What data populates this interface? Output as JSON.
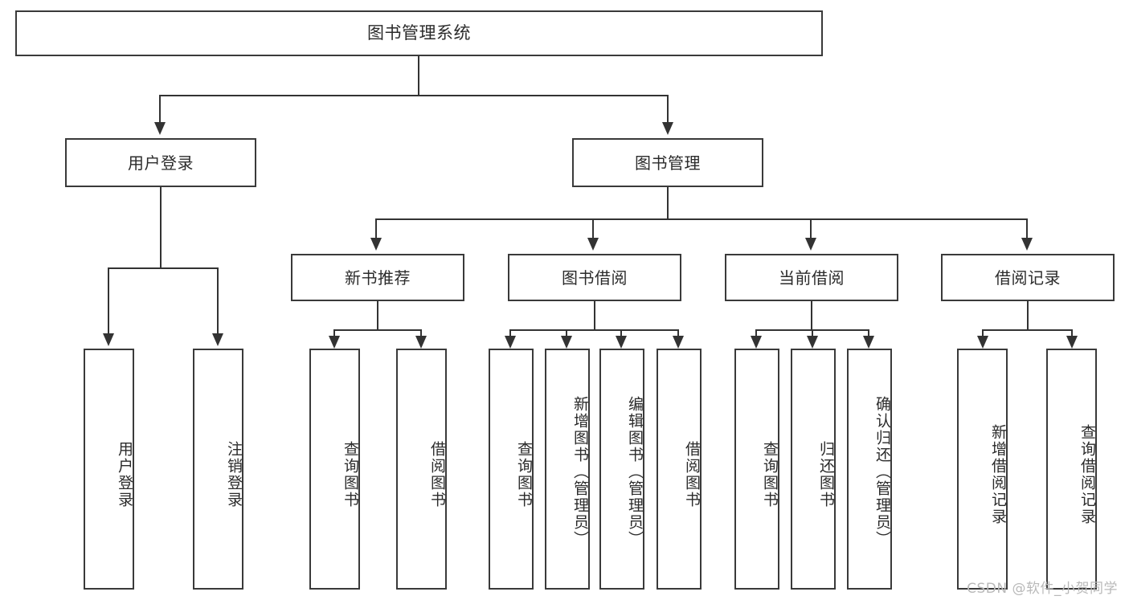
{
  "diagram": {
    "type": "tree",
    "title": "图书管理系统",
    "orientation": "top-down",
    "colors": {
      "box_border": "#3a3a3a",
      "box_fill": "#ffffff",
      "connector": "#333333",
      "text": "#2b2b2b",
      "watermark": "#b9b9b9",
      "background": "#ffffff"
    },
    "root": {
      "label": "图书管理系统"
    },
    "level2": [
      {
        "label": "用户登录"
      },
      {
        "label": "图书管理"
      }
    ],
    "level3": [
      {
        "label": "新书推荐"
      },
      {
        "label": "图书借阅"
      },
      {
        "label": "当前借阅"
      },
      {
        "label": "借阅记录"
      }
    ],
    "leaves": {
      "user_login": [
        {
          "label": "用户登录"
        },
        {
          "label": "注销登录"
        }
      ],
      "new_book_recommend": [
        {
          "label": "查询图书"
        },
        {
          "label": "借阅图书"
        }
      ],
      "book_borrow": [
        {
          "label": "查询图书"
        },
        {
          "label": "新增图书（管理员）"
        },
        {
          "label": "编辑图书（管理员）"
        },
        {
          "label": "借阅图书"
        }
      ],
      "current_borrow": [
        {
          "label": "查询图书"
        },
        {
          "label": "归还图书"
        },
        {
          "label": "确认归还（管理员）"
        }
      ],
      "borrow_record": [
        {
          "label": "新增借阅记录"
        },
        {
          "label": "查询借阅记录"
        }
      ]
    },
    "watermark": "CSDN @软件_小贺同学"
  }
}
